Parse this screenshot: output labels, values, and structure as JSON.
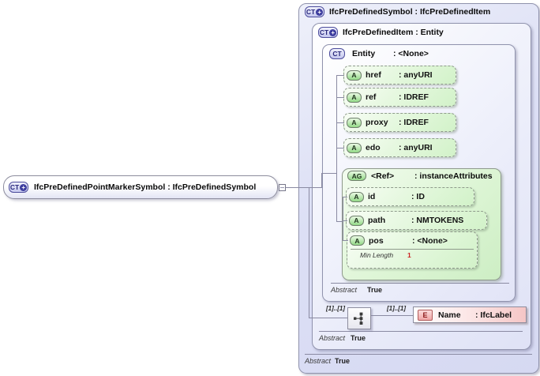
{
  "colors": {
    "panel_lavender": "#dde0f5",
    "attribute_green": "#d8f5d0",
    "group_green": "#cdeec4",
    "element_pink": "#f5c6c6",
    "type_icon_blue": "#3c3c9e",
    "facet_value_red": "#cc2222"
  },
  "glyphs": {
    "plus": "+"
  },
  "source_box": {
    "icon": "CT",
    "label": "IfcPreDefinedPointMarkerSymbol : IfcPreDefinedSymbol"
  },
  "symbol_type": {
    "icon": "CT",
    "label": "IfcPreDefinedSymbol : IfcPreDefinedItem",
    "abstract_label": "Abstract",
    "abstract_value": "True"
  },
  "item_type": {
    "icon": "CT",
    "label": "IfcPreDefinedItem : Entity",
    "abstract_label": "Abstract",
    "abstract_value": "True"
  },
  "entity_type": {
    "icon": "CT",
    "name": "Entity",
    "type": ": <None>",
    "abstract_label": "Abstract",
    "abstract_value": "True",
    "attributes": [
      {
        "icon": "A",
        "name": "href",
        "type": ": anyURI"
      },
      {
        "icon": "A",
        "name": "ref",
        "type": ": IDREF"
      },
      {
        "icon": "A",
        "name": "proxy",
        "type": ": IDREF"
      },
      {
        "icon": "A",
        "name": "edo",
        "type": ": anyURI"
      }
    ],
    "attribute_group": {
      "icon": "AG",
      "name": "<Ref>",
      "type": ": instanceAttributes",
      "attributes": [
        {
          "icon": "A",
          "name": "id",
          "type": ": ID"
        },
        {
          "icon": "A",
          "name": "path",
          "type": ": NMTOKENS"
        },
        {
          "icon": "A",
          "name": "pos",
          "type": ": <None>",
          "facet_label": "Min Length",
          "facet_value": "1"
        }
      ]
    }
  },
  "content_model": {
    "left_cardinality": "[1]..[1]",
    "right_cardinality": "[1]..[1]",
    "element": {
      "icon": "E",
      "name": "Name",
      "type": ": IfcLabel"
    }
  }
}
